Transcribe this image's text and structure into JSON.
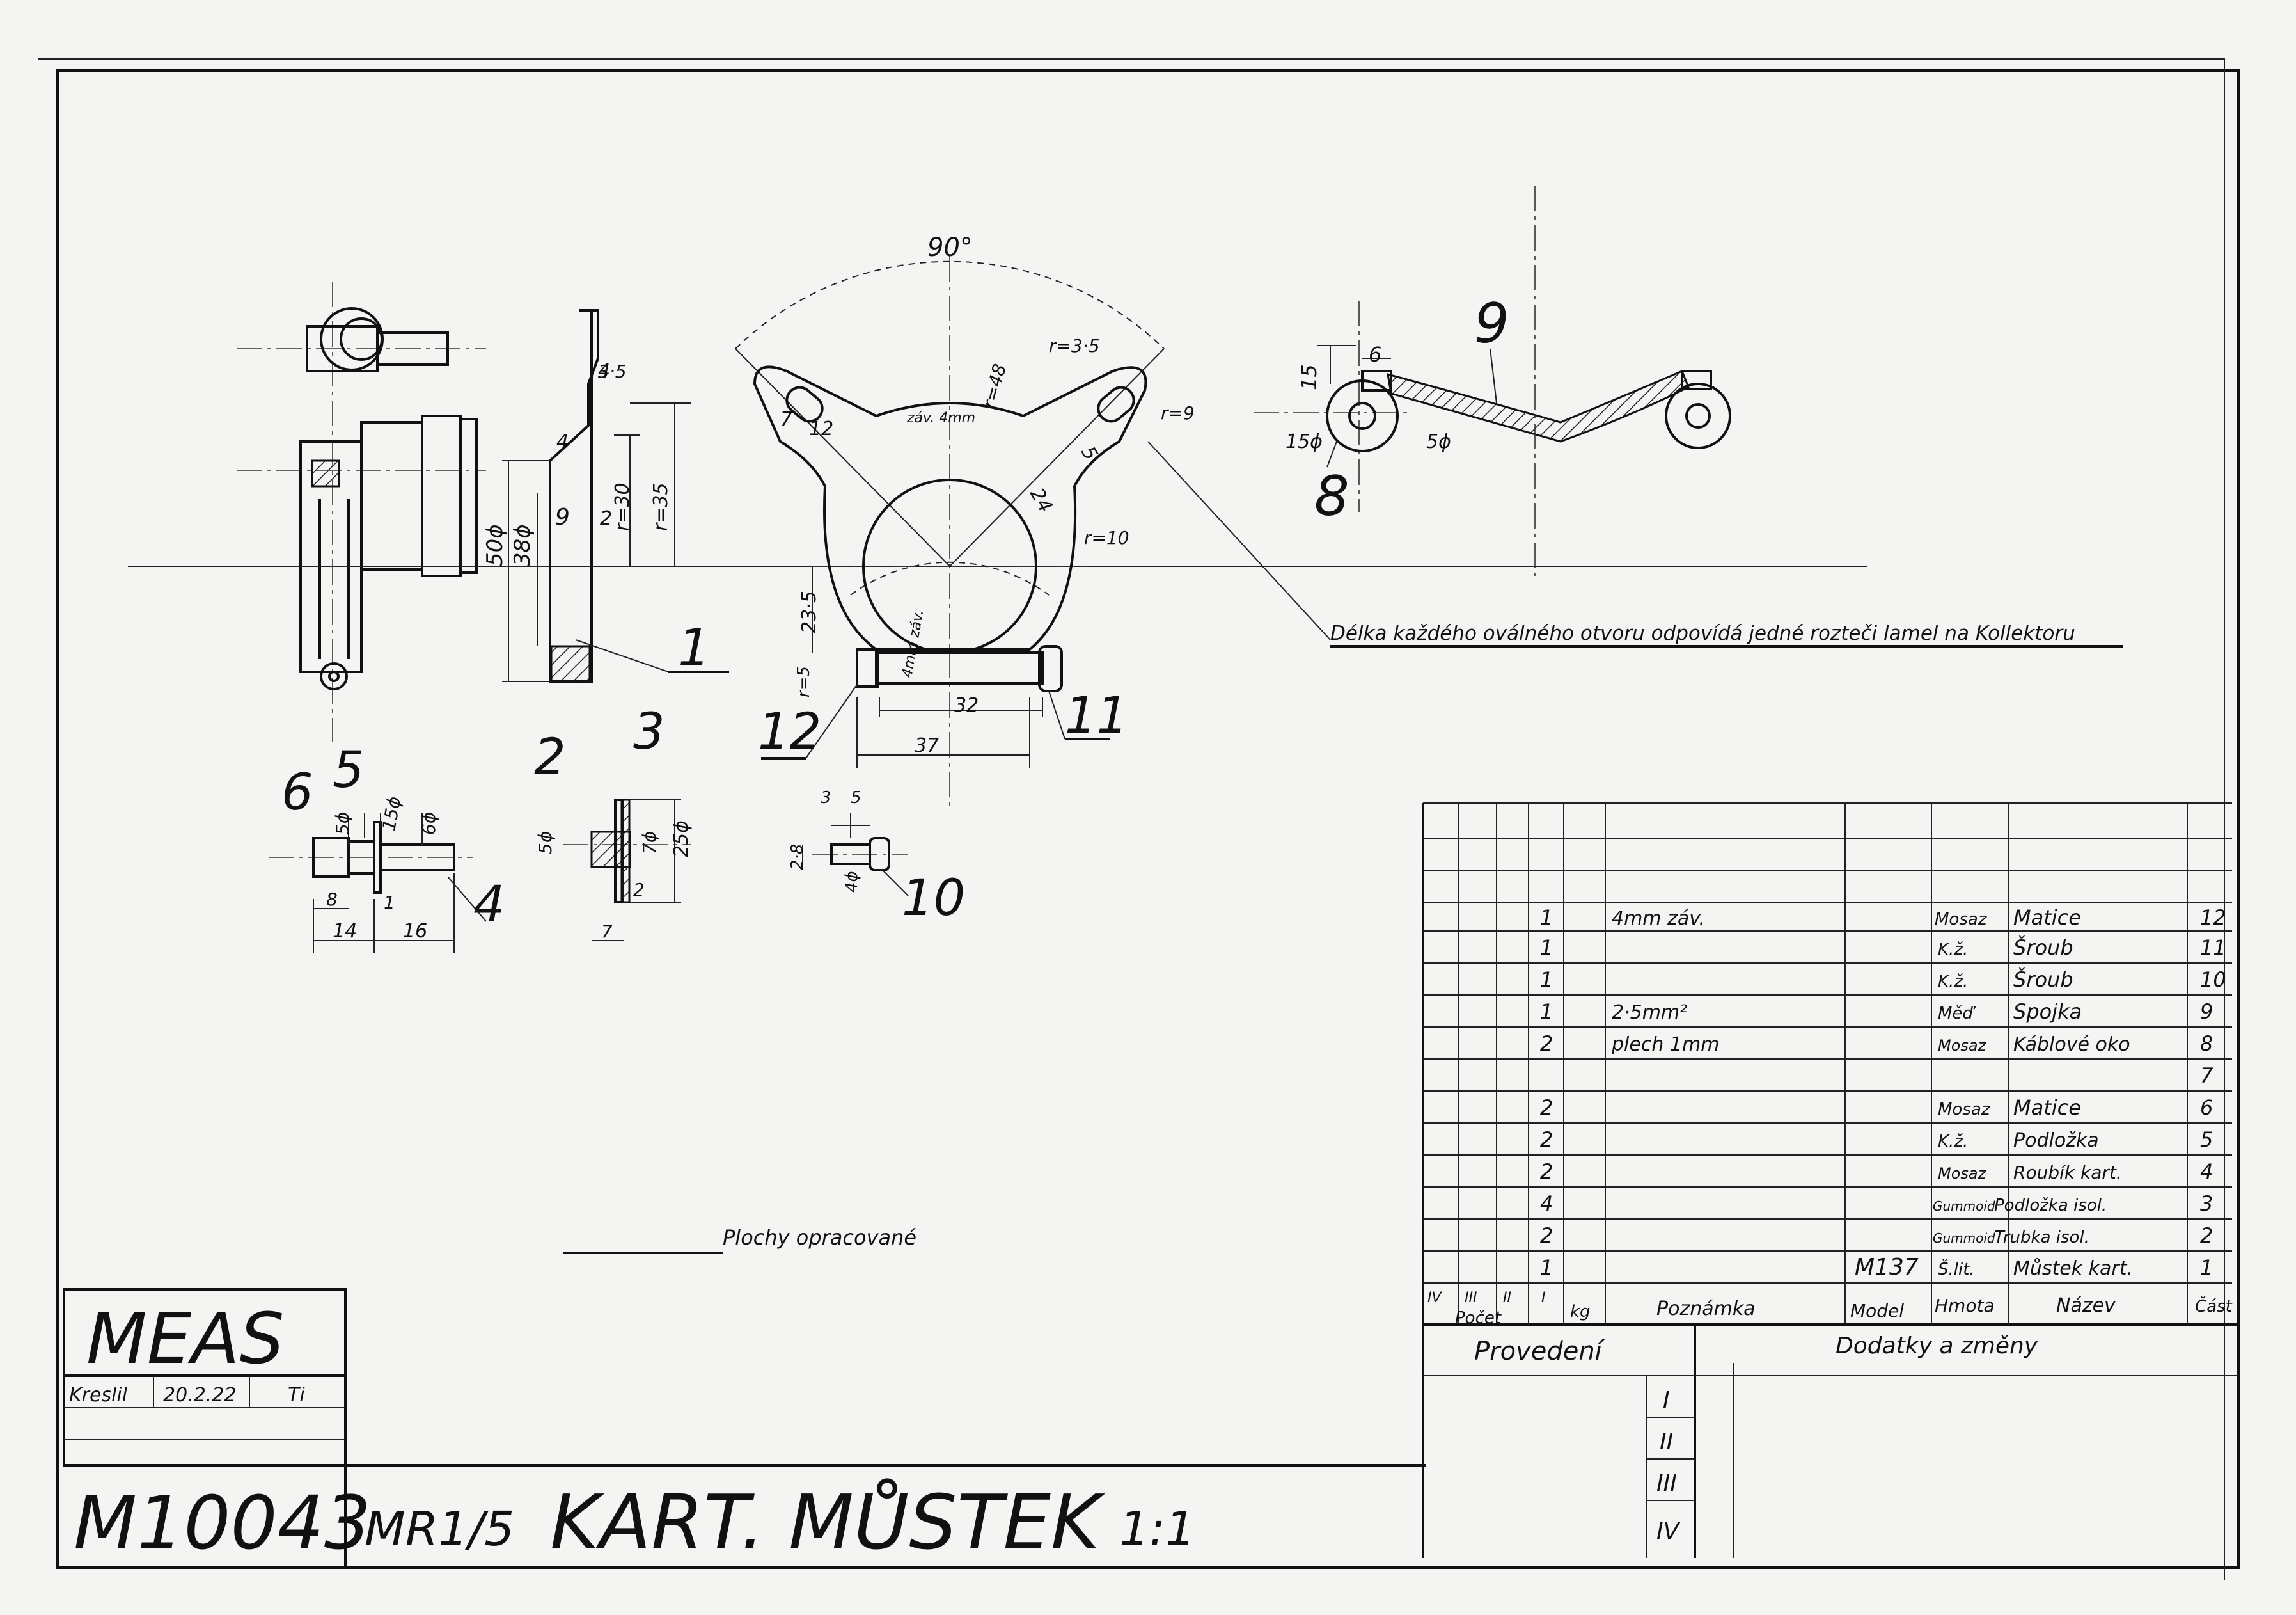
{
  "drawing": {
    "company": "MEAS",
    "drawn_by_label": "Kreslil",
    "drawn_date": "20.2.22",
    "drawn_initials": "Ti",
    "drawing_number": "M10043",
    "type_code": "MR1/5",
    "title": "KART. MŮSTEK",
    "scale": "1:1",
    "surface_note": "Plochy opracované",
    "oval_note": "Délka každého oválného otvoru odpovídá jedné rozteči lamel na Kollektoru"
  },
  "view_labels": {
    "angle": "90°",
    "r35_top": "r=3·5",
    "r48": "r=48",
    "r9": "r=9",
    "r10": "r=10",
    "r5": "r=5",
    "d12": "12",
    "d7": "7",
    "d5": "5",
    "d24": "24",
    "thread_top": "záv. 4mm",
    "thread_side": "4mm záv.",
    "d23_5": "23·5",
    "d32": "32",
    "d37": "37",
    "d3_5": "3·5",
    "d4": "4",
    "d9": "9",
    "d2": "2",
    "d50": "50ϕ",
    "d38": "38ϕ",
    "r30": "r=30",
    "r35": "r=35",
    "d15": "15",
    "d6": "6",
    "d15phi": "15ϕ",
    "d5phi": "5ϕ",
    "p6_5phi": "5ϕ",
    "p6_15phi": "15ϕ",
    "p6_6phi": "6ϕ",
    "p6_8": "8",
    "p6_1": "1",
    "p6_14": "14",
    "p6_16": "16",
    "p2_5phi": "5ϕ",
    "p2_7phi": "7ϕ",
    "p2_25phi": "25ϕ",
    "p2_2": "2",
    "p2_7": "7",
    "p10_3": "3",
    "p10_5": "5",
    "p10_28": "2·8",
    "p10_4phi": "4ϕ"
  },
  "part_balloons": [
    "1",
    "2",
    "3",
    "4",
    "5",
    "6",
    "8",
    "9",
    "10",
    "11",
    "12"
  ],
  "parts_list": {
    "rows": [
      {
        "count": "1",
        "note": "4mm záv.",
        "model": "",
        "material": "Mosaz",
        "name": "Matice",
        "part": "12"
      },
      {
        "count": "1",
        "note": "",
        "model": "",
        "material": "K.ž.",
        "name": "Šroub",
        "part": "11"
      },
      {
        "count": "1",
        "note": "",
        "model": "",
        "material": "K.ž.",
        "name": "Šroub",
        "part": "10"
      },
      {
        "count": "1",
        "note": "2·5mm²",
        "model": "",
        "material": "Měď",
        "name": "Spojka",
        "part": "9"
      },
      {
        "count": "2",
        "note": "plech 1mm",
        "model": "",
        "material": "Mosaz",
        "name": "Káblové oko",
        "part": "8"
      },
      {
        "count": "",
        "note": "",
        "model": "",
        "material": "",
        "name": "",
        "part": "7"
      },
      {
        "count": "2",
        "note": "",
        "model": "",
        "material": "Mosaz",
        "name": "Matice",
        "part": "6"
      },
      {
        "count": "2",
        "note": "",
        "model": "",
        "material": "K.ž.",
        "name": "Podložka",
        "part": "5"
      },
      {
        "count": "2",
        "note": "",
        "model": "",
        "material": "Mosaz",
        "name": "Roubík kart.",
        "part": "4"
      },
      {
        "count": "4",
        "note": "",
        "model": "",
        "material": "Gummoid",
        "name": "Podložka isol.",
        "part": "3"
      },
      {
        "count": "2",
        "note": "",
        "model": "",
        "material": "Gummoid",
        "name": "Trubka isol.",
        "part": "2"
      },
      {
        "count": "1",
        "note": "",
        "model": "M137",
        "material": "Š.lit.",
        "name": "Můstek kart.",
        "part": "1"
      }
    ],
    "header": {
      "roman": [
        "IV",
        "III",
        "II",
        "I"
      ],
      "count": "Počet",
      "kg": "kg",
      "note": "Poznámka",
      "model": "Model",
      "material": "Hmota",
      "name": "Název",
      "part": "Část"
    }
  },
  "revisions": {
    "execution_label": "Provedení",
    "changes_label": "Dodatky a změny",
    "roman": [
      "I",
      "II",
      "III",
      "IV"
    ]
  }
}
